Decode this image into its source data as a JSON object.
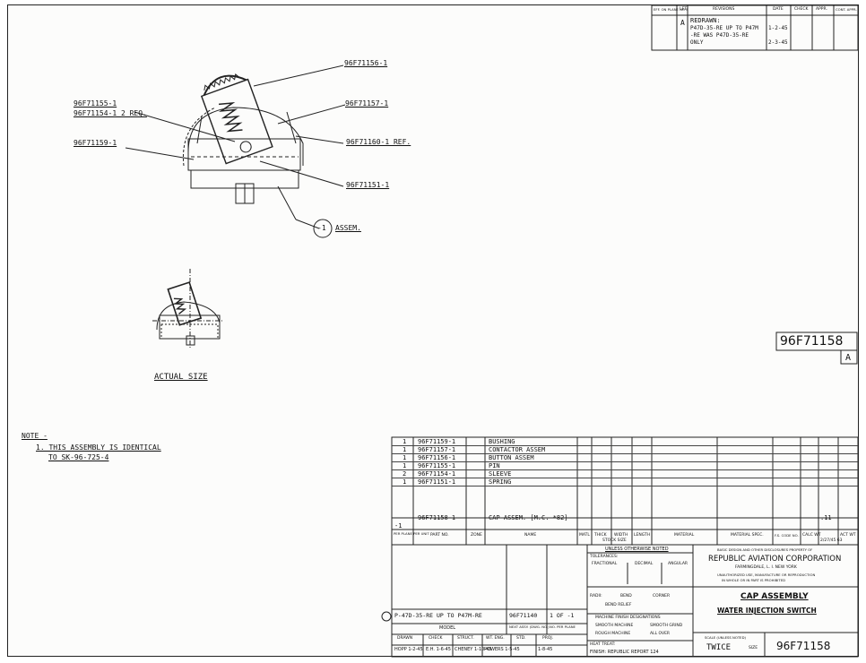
{
  "revision_block": {
    "headers": [
      "EFF. ON PLANE NO'S",
      "LET.",
      "REVISIONS",
      "DATE",
      "CHECK",
      "APPR.",
      "CONT. APPR."
    ],
    "letter": "A",
    "text_lines": [
      "REDRAWN:",
      "P47D-35-RE UP TO P47M",
      "-RE WAS P47D-35-RE",
      "ONLY"
    ],
    "date_lines": [
      "1-2-45",
      "2-3-45"
    ]
  },
  "callouts": {
    "part_96F71156": "96F71156-1",
    "part_96F71157": "96F71157-1",
    "part_96F71160_ref": "96F71160-1 REF.",
    "part_96F71151": "96F71151-1",
    "part_96F71155": "96F71155-1",
    "part_96F71154": "96F71154-1 2 REQ.",
    "part_96F71159": "96F71159-1",
    "assem_symbol": "-1",
    "assem_label": "ASSEM."
  },
  "actual_size_label": "ACTUAL SIZE",
  "note": {
    "heading": "NOTE -",
    "line1": "1. THIS ASSEMBLY IS IDENTICAL",
    "line2": "TO SK-96-725-4"
  },
  "drawing_number_box": {
    "number": "96F71158",
    "letter": "A"
  },
  "parts_list": {
    "rows": [
      {
        "qty": "1",
        "part_no": "96F71159-1",
        "name": "BUSHING"
      },
      {
        "qty": "1",
        "part_no": "96F71157-1",
        "name": "CONTACTOR ASSEM"
      },
      {
        "qty": "1",
        "part_no": "96F71156-1",
        "name": "BUTTON ASSEM"
      },
      {
        "qty": "1",
        "part_no": "96F71155-1",
        "name": "PIN"
      },
      {
        "qty": "2",
        "part_no": "96F71154-1",
        "name": "SLEEVE"
      },
      {
        "qty": "1",
        "part_no": "96F71151-1",
        "name": "SPRING"
      }
    ],
    "assembly_row": {
      "part_no": "96F71158-1",
      "name": "CAP ASSEM. [M.C. *82]",
      "scale": ".11"
    },
    "dash_row": "-1",
    "headers": [
      "PER PLANE PER UNIT",
      "PART NO.",
      "ZONE",
      "NAME",
      "MATL",
      "THICK",
      "WIDTH",
      "LENGTH",
      "MATERIAL",
      "MATERIAL SPEC.",
      "F.S. CODE NO.",
      "CALC WT",
      "ACT WT"
    ],
    "stock_size_label": "STOCK SIZE",
    "material_spec_val": "2/27/45 63"
  },
  "notes_block": {
    "title": "UNLESS OTHERWISE NOTED",
    "tolerances": "TOLERANCES:",
    "fractional": "FRACTIONAL",
    "decimal": "DECIMAL",
    "angular": "ANGULAR",
    "radii": "RADII:",
    "bend": "BEND",
    "corner": "CORNER",
    "bend_relief": "BEND RELIEF",
    "machine_finish": "MACHINE FINISH DESIGNATIONS",
    "smooth_machine": "SMOOTH MACHINE",
    "smooth_grind": "SMOOTH GRIND",
    "rough_machine": "ROUGH MACHINE",
    "all_over": "ALL OVER",
    "heat_treat": "HEAT TREAT:",
    "finish": "FINISH: REPUBLIC REPORT 124"
  },
  "model_block": {
    "model_line": "P-47D-35-RE UP TO P47M-RE",
    "next_assy": "96F71140",
    "no_per_plane": "1 OF -1",
    "model_label": "MODEL",
    "next_assy_label": "NEXT ASSY. (DWG. NO.)",
    "no_per_plane_label": "NO. PER PLANE",
    "sig_labels": [
      "DRAWN",
      "CHECK",
      "STRUCT.",
      "WT. ENG.",
      "STD.",
      "PROJ."
    ],
    "sig_values": [
      "HOPP 1-2-45",
      "E.H. 1-6-45",
      "CHENEY 1-10-45",
      "POWERS 1-5-45",
      "",
      "1-8-45"
    ]
  },
  "company": {
    "fine_print": "BASIC DESIGN AND OTHER DISCLOSURES PROPERTY OF",
    "name": "REPUBLIC AVIATION CORPORATION",
    "location": "FARMINGDALE, L. I. NEW YORK",
    "fine_print2": "UNAUTHORIZED USE, MANUFACTURE OR REPRODUCTION",
    "fine_print3": "IN WHOLE OR IN PART IS PROHIBITED"
  },
  "title_block": {
    "title": "CAP ASSEMBLY",
    "subtitle": "WATER INJECTION SWITCH",
    "scale_label": "SCALE (UNLESS NOTED)",
    "scale": "TWICE",
    "size_label": "SIZE",
    "dwg_number": "96F71158"
  }
}
